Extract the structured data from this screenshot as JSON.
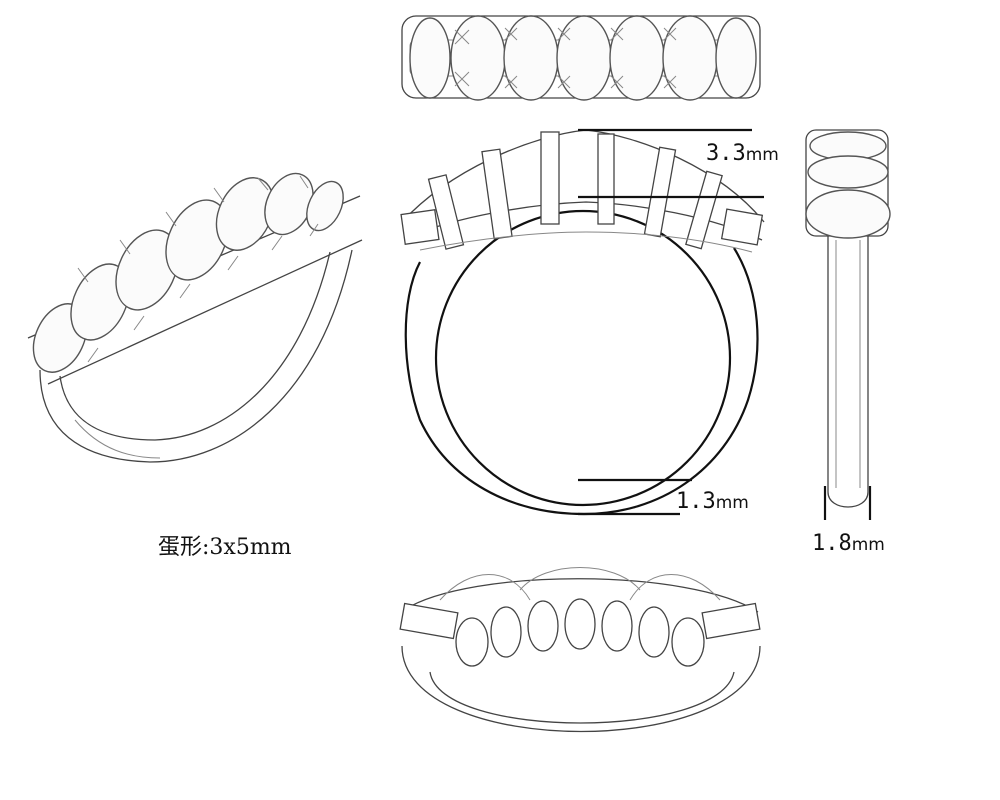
{
  "annotations": {
    "stone_spec": "蛋形:3x5mm",
    "height_label": {
      "number": "3.3",
      "unit": "mm"
    },
    "band_thickness_label": {
      "number": "1.3",
      "unit": "mm"
    },
    "band_width_label": {
      "number": "1.8",
      "unit": "mm"
    }
  },
  "colors": {
    "line": "#111111",
    "sketch": "#555555",
    "background": "#ffffff"
  }
}
